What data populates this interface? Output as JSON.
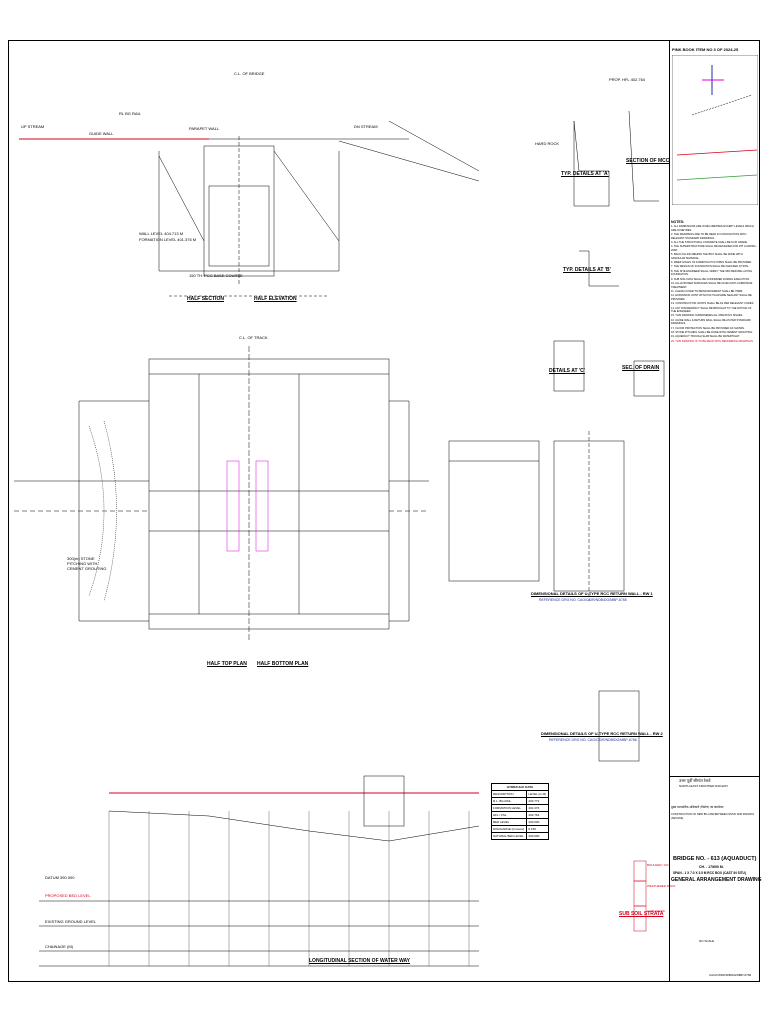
{
  "header": {
    "pink_book": "PINK BOOK ITEM NO 3 OF 2024-25"
  },
  "plan_labels": {
    "half_section": "HALF SECTION",
    "half_elevation": "HALF ELEVATION",
    "half_top_plan": "HALF TOP PLAN",
    "half_bottom_plan": "HALF BOTTOM PLAN",
    "longitudinal": "LONGITUDINAL SECTION OF WATER WAY",
    "typ_details_a": "TYP. DETAILS AT 'A'",
    "typ_details_b": "TYP. DETAILS AT 'B'",
    "details_c": "DETAILS AT 'C'",
    "sec_drain": "SEC. OF DRAIN",
    "sec_mcc": "SECTION OF MCC",
    "rw1": "DIMENSIONAL DETAILS OF U-TYPE RCC RETURN WALL - RW 1",
    "rw1_ref": "REFERENCE DRG NO. CAO/C/DR/NDB/DG/MBP-6765",
    "rw2": "DIMENSIONAL DETAILS OF U-TYPE RCC RETURN WALL - RW 2",
    "rw2_ref": "REFERENCE DRG NO. CAO/C/DR/NDB/DG/MBP-6766",
    "sub_soil": "SUB SOIL STRATA"
  },
  "annotations": {
    "up_stream": "UP STREAM",
    "dn_stream": "DN STREAM",
    "guide_wall": "GUIDE WALL",
    "parapet_wall": "PARAPET WALL",
    "rl_bg": "RL BG RAIL",
    "cl_bridge": "C.L. OF BRIDGE",
    "cl_track": "C.L. OF TRACK",
    "hfl": "PROP. HFL 402.764",
    "wall_level": "WALL LEVEL 404.713 M",
    "formation": "FORMATION LEVEL 401.376 M",
    "stone_pitching": "300(m) STONE PITCHING WITH CEMENT GROUTING",
    "pcc_base": "150 TH. PCC BASE COURSE",
    "hard_rock": "HARD ROCK"
  },
  "hydraulic": {
    "title": "HYDRAULIC DATA",
    "rows": [
      [
        "DESCRIPTION",
        "LEVEL (in M)"
      ],
      [
        "R.L. BG RAIL",
        "403.772"
      ],
      [
        "FORMATION LEVEL",
        "401.376"
      ],
      [
        "HFL / FSL",
        "402.764"
      ],
      [
        "BED LEVEL",
        "400.600"
      ],
      [
        "DISCHARGE (cumecs)",
        "8.150"
      ],
      [
        "NATURAL BED LEVEL",
        "400.600"
      ]
    ]
  },
  "longitudinal_rows": [
    "DATUM 390.000",
    "PROPOSED BED LEVEL",
    "EXISTING GROUND LEVEL",
    "CHAINAGE (M)"
  ],
  "notes_title": "NOTES:",
  "notes": [
    "1. ALL DIMENSIONS ARE IN MILLIMETRES EXCEPT LEVELS WHICH ARE IN METRES.",
    "2. THE DRAWINGS ARE TO BE READ IN CONJUNCTION WITH RELEVANT STANDARD DRAWINGS.",
    "3. ALL THE STRUCTURAL CONCRETE SHALL BE M-35 GRADE.",
    "4. THE SUPERSTRUCTURE SHALL BE DESIGNED FOR 25T LOADING-2008.",
    "5. BACK FILLING BEHIND THE BOX SHALL BE DONE WITH GRANULAR MATERIAL.",
    "6. WEEP HOLES OF 100MM DIA PVC PIPES SHALL BE PROVIDED.",
    "7. THE DESIGN OF FOUNDATION SHALL BE CHECKED AT SITE.",
    "8. THE SITE ENGINEER SHALL VERIFY THE SBC BEFORE LAYING FOUNDATION.",
    "9. SUB SOIL DATA SHALL BE CONFIRMED DURING EXECUTION.",
    "10. ALL EXPOSED SURFACES SHALL BE GIVEN ANTI-CORROSIVE TREATMENT.",
    "11. CLEAR COVER TO REINFORCEMENT SHALL BE 75MM.",
    "12. EXPANSION JOINT WITH POLYSULPHIDE SEALANT SHALL BE PROVIDED.",
    "13. CONSTRUCTION JOINTS SHALL BE AS PER RELEVANT CODES.",
    "14. ANY DISCREPANCY SHALL BE BROUGHT TO THE NOTICE OF THE ENGINEER.",
    "15. THIS DRAWING SUPERSEDES ALL PREVIOUS ISSUES.",
    "16. GUIDE WALL & RETURN WALL SHALL BE AS PER STANDARD DRAWINGS.",
    "17. FLOOR PROTECTION SHALL BE PROVIDED AS SHOWN.",
    "18. STONE PITCHING SHALL BE DONE WITH CEMENT GROUTING.",
    "19. AQUEDUCT TROUGH SLAB SHALL BE WATERTIGHT."
  ],
  "notes_red": "20. THIS DRAWING IS TO BE READ WITH REFERENCE DRAWINGS.",
  "title_block": {
    "railway_hi": "उत्तर पूर्वी सीमांत रेलवे",
    "railway_en": "NORTH EAST FRONTIER RAILWAY",
    "office_hi": "मुख्य प्रशासनिक अधिकारी (निर्माण) का कार्यालय",
    "project": "CONSTRUCTION OF NEW BG LINE BETWEEN SIVOK AND RANGPO (SEVOKE)",
    "bridge": "BRIDGE NO. - 613 (AQUADUCT)",
    "chainage": "CH. - 17/600 M.",
    "span": "SPAN - 1 X 7.0 X 3.5 M RCC BOX (CAST IN SITU)",
    "drawing": "GENERAL ARRANGEMENT DRAWING",
    "scale": "NO SCALE",
    "drg_no": "CAO/C/DR/NDB/DG/MBP-6766"
  },
  "legend": {
    "boulder": "BOULDER / SILT",
    "weathered": "WEATHERED ROCK",
    "hard_rock": "HARD ROCK"
  },
  "colors": {
    "drawing": "#000000",
    "accent": "#1b2e9e",
    "red": "#d0021b",
    "magenta": "#e000e0",
    "green": "#2e9e2e"
  }
}
